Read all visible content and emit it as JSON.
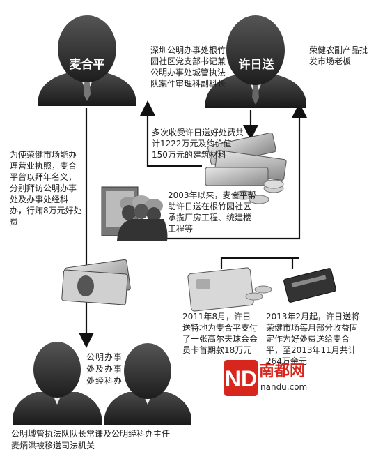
{
  "people": {
    "mai": {
      "name": "麦合平",
      "desc": "深圳公明办事处根竹园社区党支部书记兼公明办事处城管执法队案件审理科副科长"
    },
    "xu": {
      "name": "许日送",
      "desc": "荣健农副产品批发市场老板"
    }
  },
  "annotations": {
    "bribe_total": "多次收受许日送好处费共计1222万元及约价值150万元的建筑材料",
    "business_license": "为使荣健市场能办理营业执照，麦合平曾以拜年名义，分别拜访公明办事处及办事处经科办，行贿8万元好处费",
    "project_help": "2003年以来，麦合平帮助许日送在根竹园社区承揽厂房工程、统建楼工程等",
    "golf_card": "2011年8月，许日送特地为麦合平支付了一张高尔夫球会会员卡首期款18万元",
    "monthly_revenue": "2013年2月起，许日送将荣健市场每月部分收益固定作为好处费送给麦合平，至2013年11月共计264万余元",
    "office": "公明办事处及办事处经科办",
    "outcome": "公明城管执法队队长常谦及公明经科办主任麦炳洪被移送司法机关"
  },
  "logo": {
    "text": "南都网",
    "url": "nandu.com",
    "mark": "ND"
  },
  "colors": {
    "line": "#111111",
    "silhouette": "#3a3a3a",
    "logo_red": "#d7261e"
  }
}
